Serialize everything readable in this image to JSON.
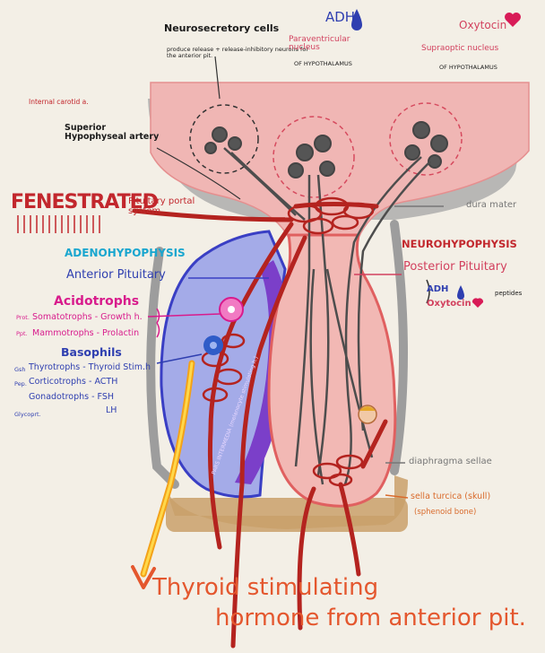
{
  "labels": {
    "neurosecretory_title": "Neurosecretory cells",
    "neurosecretory_desc": "produce release + release-inhibitory neurons for the anterior pit.",
    "adh_title": "ADH",
    "paraventricular": "Paraventricular nucleus",
    "paraventricular_sub": "OF HYPOTHALAMUS",
    "oxytocin_title": "Oxytocin",
    "supraoptic": "Supraoptic nucleus",
    "supraoptic_sub": "OF HYPOTHALAMUS",
    "internal_carotid": "Internal carotid a.",
    "superior_hypophyseal": "Superior Hypophyseal artery",
    "fenestrated": "FENESTRATED",
    "portal_system": "Pituitary portal system",
    "dura_mater": "dura mater",
    "adenohypophysis": "ADENOHYPOPHYSIS",
    "anterior_pituitary": "Anterior Pituitary",
    "neurohypophysis": "NEUROHYPOPHYSIS",
    "posterior_pituitary": "Posterior Pituitary",
    "post_adh": "ADH",
    "post_oxytocin": "Oxytocin",
    "peptides": "peptides",
    "acidotrophs": "Acidotrophs",
    "acid_1_prefix": "Prot.",
    "acid_1": "Somatotrophs - Growth h.",
    "acid_2_prefix": "Ppt.",
    "acid_2": "Mammotrophs - Prolactin",
    "basophils": "Basophils",
    "baso_1_prefix": "Gsh",
    "baso_1": "Thyrotrophs - Thyroid Stim.h",
    "baso_2_prefix": "Pep.",
    "baso_2": "Corticotrophs - ACTH",
    "baso_3": "Gonadotrophs - FSH",
    "baso_4_prefix": "Glycoprt.",
    "baso_4": "LH",
    "pars_intermedia": "PARS INTERMEDIA (melanocyte stimulating h.)",
    "diaphragma": "diaphragma sellae",
    "sella_turcica": "sella turcica (skull)",
    "sphenoid": "(sphenoid bone)",
    "footer_1": "Thyroid stimulating",
    "footer_2": "hormone from anterior pit."
  },
  "colors": {
    "background": "#f3efe6",
    "hypothalamus": "#f0b6b4",
    "dura_shadow": "#a8a8a8",
    "anterior_lobe": "#9fa6e6",
    "anterior_outline": "#3a3fc4",
    "pars_intermedia": "#7b3fc9",
    "posterior_lobe": "#f2b8b4",
    "posterior_outline": "#e06060",
    "vessel": "#b4231f",
    "bone": "#c9a06a",
    "neuron": "#4a4a4a",
    "heart": "#d81b57",
    "drop": "#2f3fb0"
  },
  "icons": [
    "ink-drop-icon",
    "heart-icon",
    "yellow-arrow-icon"
  ]
}
